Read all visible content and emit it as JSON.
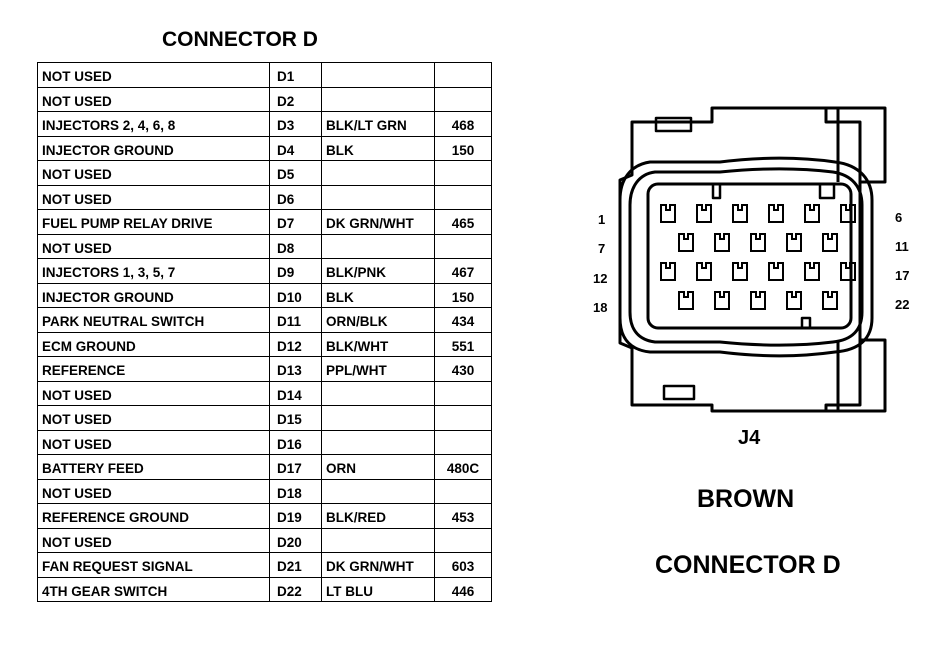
{
  "table_title": "CONNECTOR D",
  "rows": [
    {
      "function": "NOT USED",
      "pin": "D1",
      "color": "",
      "circuit": ""
    },
    {
      "function": "NOT USED",
      "pin": "D2",
      "color": "",
      "circuit": ""
    },
    {
      "function": "INJECTORS 2, 4, 6, 8",
      "pin": "D3",
      "color": "BLK/LT GRN",
      "circuit": "468"
    },
    {
      "function": "INJECTOR GROUND",
      "pin": "D4",
      "color": "BLK",
      "circuit": "150"
    },
    {
      "function": "NOT USED",
      "pin": "D5",
      "color": "",
      "circuit": ""
    },
    {
      "function": "NOT USED",
      "pin": "D6",
      "color": "",
      "circuit": ""
    },
    {
      "function": "FUEL PUMP RELAY DRIVE",
      "pin": "D7",
      "color": "DK GRN/WHT",
      "circuit": "465"
    },
    {
      "function": "NOT USED",
      "pin": "D8",
      "color": "",
      "circuit": ""
    },
    {
      "function": "INJECTORS 1, 3, 5, 7",
      "pin": "D9",
      "color": "BLK/PNK",
      "circuit": "467"
    },
    {
      "function": "INJECTOR GROUND",
      "pin": "D10",
      "color": "BLK",
      "circuit": "150"
    },
    {
      "function": "PARK NEUTRAL SWITCH",
      "pin": "D11",
      "color": "ORN/BLK",
      "circuit": "434"
    },
    {
      "function": "ECM GROUND",
      "pin": "D12",
      "color": "BLK/WHT",
      "circuit": "551"
    },
    {
      "function": "REFERENCE",
      "pin": "D13",
      "color": "PPL/WHT",
      "circuit": "430"
    },
    {
      "function": "NOT USED",
      "pin": "D14",
      "color": "",
      "circuit": ""
    },
    {
      "function": "NOT USED",
      "pin": "D15",
      "color": "",
      "circuit": ""
    },
    {
      "function": "NOT USED",
      "pin": "D16",
      "color": "",
      "circuit": ""
    },
    {
      "function": "BATTERY FEED",
      "pin": "D17",
      "color": "ORN",
      "circuit": "480C"
    },
    {
      "function": "NOT USED",
      "pin": "D18",
      "color": "",
      "circuit": ""
    },
    {
      "function": "REFERENCE GROUND",
      "pin": "D19",
      "color": "BLK/RED",
      "circuit": "453"
    },
    {
      "function": "NOT USED",
      "pin": "D20",
      "color": "",
      "circuit": ""
    },
    {
      "function": "FAN REQUEST SIGNAL",
      "pin": "D21",
      "color": "DK GRN/WHT",
      "circuit": "603"
    },
    {
      "function": "4TH GEAR SWITCH",
      "pin": "D22",
      "color": "LT BLU",
      "circuit": "446"
    }
  ],
  "pin_numbers": {
    "row1_left": "1",
    "row1_right": "6",
    "row2_left": "7",
    "row2_right": "11",
    "row3_left": "12",
    "row3_right": "17",
    "row4_left": "18",
    "row4_right": "22"
  },
  "connector_id": "J4",
  "connector_color": "BROWN",
  "connector_name": "CONNECTOR D"
}
